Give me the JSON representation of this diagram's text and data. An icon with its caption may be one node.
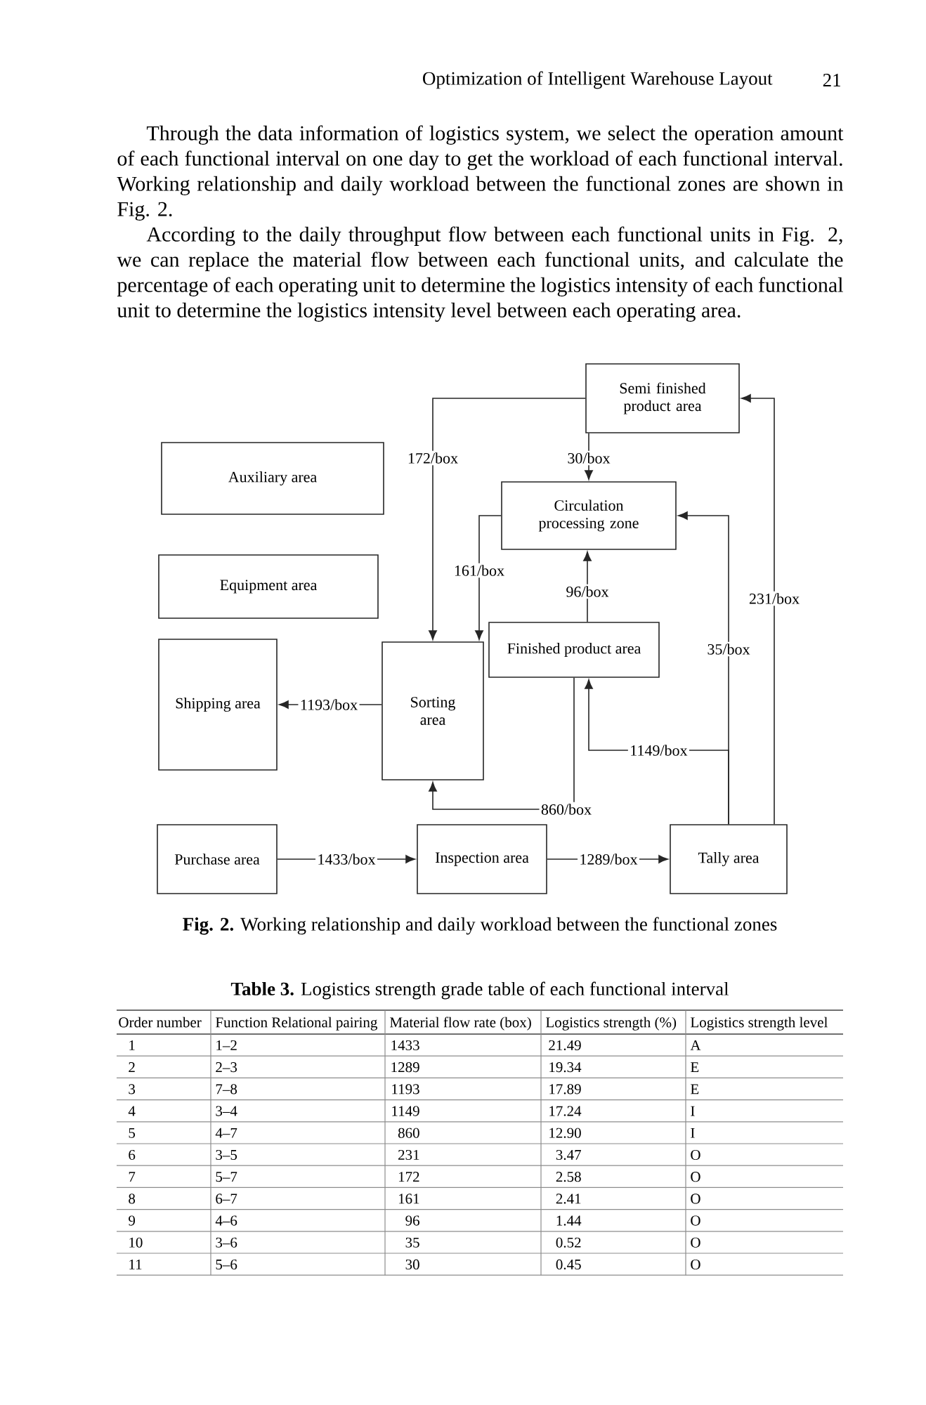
{
  "diagram": {
    "caption": "**Fig. 2.** Working relationship and daily workload between the functional zones",
    "nodes": [
      {
        "text": [
          "Semi finished product area"
        ]
      },
      {
        "text": [
          "Auxiliary area"
        ]
      },
      {
        "text": [
          "Circulation processing zone"
        ]
      },
      {
        "text": [
          "Equipment area"
        ]
      },
      {
        "text": [
          "Finished product area"
        ]
      },
      {
        "text": [
          "Shipping area"
        ]
      },
      {
        "text": [
          "Sorting area"
        ]
      },
      {
        "text": [
          "Purchase area"
        ]
      },
      {
        "text": [
          "Inspection area"
        ]
      },
      {
        "text": [
          "Tally area"
        ]
      }
    ],
    "edges": [
      {
        "from": 7,
        "to": 8,
        "arrow": "to",
        "label": "1433/box"
      },
      {
        "from": 8,
        "to": 9,
        "arrow": "to",
        "label": "1289/box"
      },
      {
        "from": 6,
        "to": 5,
        "arrow": "to",
        "label": "1193/box"
      },
      {
        "from": 9,
        "to": 4,
        "arrow": "to",
        "label": "1149/box"
      },
      {
        "from": 4,
        "to": 6,
        "arrow": "to",
        "label": "860/box"
      },
      {
        "from": 9,
        "to": 0,
        "arrow": "to",
        "label": "231/box"
      },
      {
        "from": 0,
        "to": 6,
        "arrow": "to",
        "label": "172/box"
      },
      {
        "from": 2,
        "to": 6,
        "arrow": "to",
        "label": "161/box"
      },
      {
        "from": 4,
        "to": 2,
        "arrow": "to",
        "label": "96/box"
      },
      {
        "from": 9,
        "to": 2,
        "arrow": "to",
        "label": "35/box"
      },
      {
        "from": 0,
        "to": 2,
        "arrow": "to",
        "label": "30/box"
      }
    ],
    "labels": [
      "Optimization of Intelligent Warehouse Layout",
      "21",
      "Through the data information of logistics system, we select the operation amount of each functional interval on one day to get the workload of each functional interval. Working relationship and daily workload between the functional zones are shown in Fig. 2.",
      "According to the daily throughput flow between each functional units in Fig. 2, we can replace the material flow between each functional units, and calculate the percentage of each operating unit to determine the logistics intensity of each functional unit to determine the logistics intensity level between each operating area.",
      "**Table 3.** Logistics strength grade table of each functional interval",
      "Order number",
      "Function Relational pairing",
      "Material flow rate (box)",
      "Logistics strength (%)",
      "Logistics strength level",
      "1",
      "1–2",
      "1433",
      "21.49",
      "A",
      "2",
      "2–3",
      "1289",
      "19.34",
      "E",
      "3",
      "7–8",
      "1193",
      "17.89",
      "E",
      "4",
      "3–4",
      "1149",
      "17.24",
      "I",
      "5",
      "4–7",
      "860",
      "12.90",
      "I",
      "6",
      "3–5",
      "231",
      "3.47",
      "O",
      "7",
      "5–7",
      "172",
      "2.58",
      "O",
      "8",
      "6–7",
      "161",
      "2.41",
      "O",
      "9",
      "4–6",
      "96",
      "1.44",
      "O",
      "10",
      "3–6",
      "35",
      "0.52",
      "O",
      "11",
      "5–6",
      "30",
      "0.45",
      "O"
    ]
  }
}
